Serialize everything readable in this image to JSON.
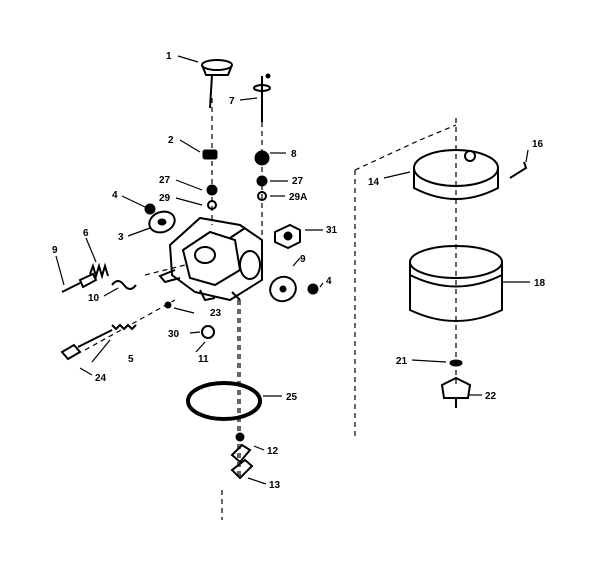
{
  "callouts": [
    {
      "id": "c1",
      "text": "1"
    },
    {
      "id": "c7",
      "text": "7"
    },
    {
      "id": "c2",
      "text": "2"
    },
    {
      "id": "c8",
      "text": "8"
    },
    {
      "id": "c27a",
      "text": "27"
    },
    {
      "id": "c27b",
      "text": "27"
    },
    {
      "id": "c29",
      "text": "29"
    },
    {
      "id": "c29a",
      "text": "29A"
    },
    {
      "id": "c4a",
      "text": "4"
    },
    {
      "id": "c3",
      "text": "3"
    },
    {
      "id": "c31",
      "text": "31"
    },
    {
      "id": "c6",
      "text": "6"
    },
    {
      "id": "c9a",
      "text": "9"
    },
    {
      "id": "c9b",
      "text": "9"
    },
    {
      "id": "c4b",
      "text": "4"
    },
    {
      "id": "c10",
      "text": "10"
    },
    {
      "id": "c23",
      "text": "23"
    },
    {
      "id": "c30",
      "text": "30"
    },
    {
      "id": "c11",
      "text": "11"
    },
    {
      "id": "c5",
      "text": "5"
    },
    {
      "id": "c24",
      "text": "24"
    },
    {
      "id": "c25",
      "text": "25"
    },
    {
      "id": "c12",
      "text": "12"
    },
    {
      "id": "c13",
      "text": "13"
    },
    {
      "id": "c14",
      "text": "14"
    },
    {
      "id": "c16",
      "text": "16"
    },
    {
      "id": "c18",
      "text": "18"
    },
    {
      "id": "c21",
      "text": "21"
    },
    {
      "id": "c22",
      "text": "22"
    }
  ]
}
